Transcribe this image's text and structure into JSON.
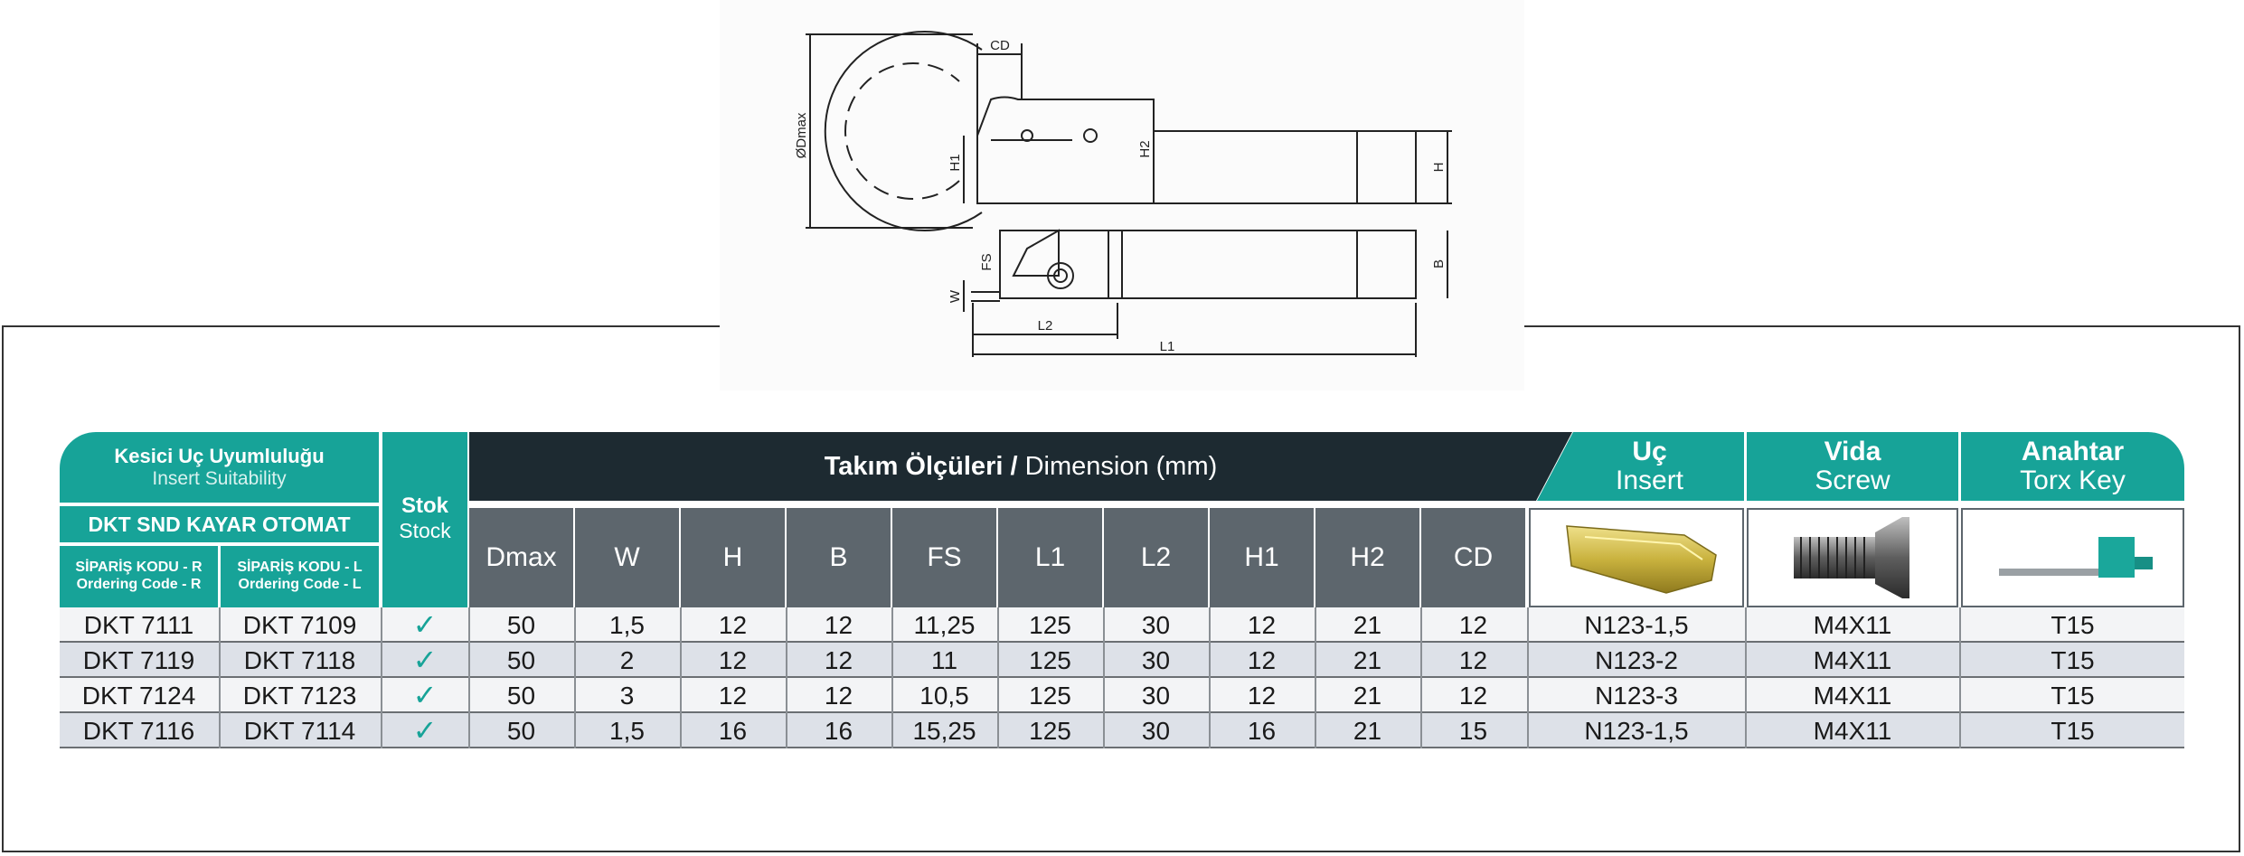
{
  "drawing": {
    "labels": {
      "dmax": "ØDmax",
      "cd": "CD",
      "h1": "H1",
      "h2": "H2",
      "h": "H",
      "fs": "FS",
      "w": "W",
      "b": "B",
      "l2": "L2",
      "l1": "L1"
    }
  },
  "header": {
    "suitability_tr": "Kesici Uç Uyumluluğu",
    "suitability_en": "Insert Suitability",
    "product_name": "DKT SND KAYAR OTOMAT",
    "code_r_tr": "SİPARİŞ KODU - R",
    "code_r_en": "Ordering Code - R",
    "code_l_tr": "SİPARİŞ KODU - L",
    "code_l_en": "Ordering Code - L",
    "stock_tr": "Stok",
    "stock_en": "Stock",
    "dimension_tr": "Takım Ölçüleri /",
    "dimension_en": " Dimension (mm)",
    "insert_tr": "Uç",
    "insert_en": "Insert",
    "screw_tr": "Vida",
    "screw_en": "Screw",
    "key_tr": "Anahtar",
    "key_en": "Torx Key"
  },
  "dimension_columns": [
    "Dmax",
    "W",
    "H",
    "B",
    "FS",
    "L1",
    "L2",
    "H1",
    "H2",
    "CD"
  ],
  "rows": [
    {
      "code_r": "DKT 7111",
      "code_l": "DKT 7109",
      "stock": "✓",
      "dims": [
        "50",
        "1,5",
        "12",
        "12",
        "11,25",
        "125",
        "30",
        "12",
        "21",
        "12"
      ],
      "insert": "N123-1,5",
      "screw": "M4X11",
      "key": "T15"
    },
    {
      "code_r": "DKT 7119",
      "code_l": "DKT 7118",
      "stock": "✓",
      "dims": [
        "50",
        "2",
        "12",
        "12",
        "11",
        "125",
        "30",
        "12",
        "21",
        "12"
      ],
      "insert": "N123-2",
      "screw": "M4X11",
      "key": "T15"
    },
    {
      "code_r": "DKT 7124",
      "code_l": "DKT 7123",
      "stock": "✓",
      "dims": [
        "50",
        "3",
        "12",
        "12",
        "10,5",
        "125",
        "30",
        "12",
        "21",
        "12"
      ],
      "insert": "N123-3",
      "screw": "M4X11",
      "key": "T15"
    },
    {
      "code_r": "DKT 7116",
      "code_l": "DKT 7114",
      "stock": "✓",
      "dims": [
        "50",
        "1,5",
        "16",
        "16",
        "15,25",
        "125",
        "30",
        "16",
        "21",
        "15"
      ],
      "insert": "N123-1,5",
      "screw": "M4X11",
      "key": "T15"
    }
  ],
  "colors": {
    "teal": "#17a398",
    "dark": "#1d2a31",
    "grey": "#5d666d"
  }
}
